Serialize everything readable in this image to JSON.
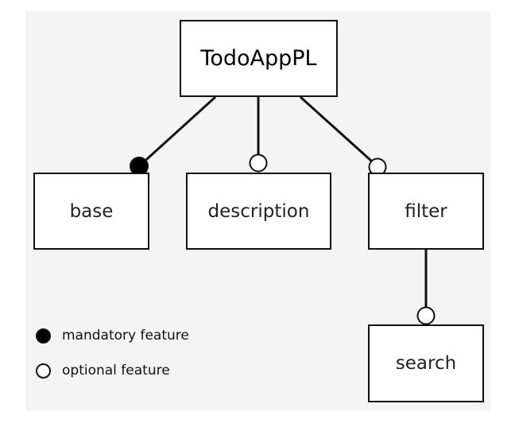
{
  "diagram": {
    "nodes": {
      "root": "TodoAppPL",
      "base": "base",
      "description": "description",
      "filter": "filter",
      "search": "search"
    },
    "edges": [
      {
        "from": "root",
        "to": "base",
        "kind": "mandatory"
      },
      {
        "from": "root",
        "to": "description",
        "kind": "optional"
      },
      {
        "from": "root",
        "to": "filter",
        "kind": "optional"
      },
      {
        "from": "filter",
        "to": "search",
        "kind": "optional"
      }
    ]
  },
  "legend": {
    "mandatory_label": "mandatory feature",
    "optional_label": "optional feature"
  },
  "colors": {
    "line": "#111111",
    "canvas_background": "#f4f4f4",
    "box_fill": "#ffffff"
  }
}
